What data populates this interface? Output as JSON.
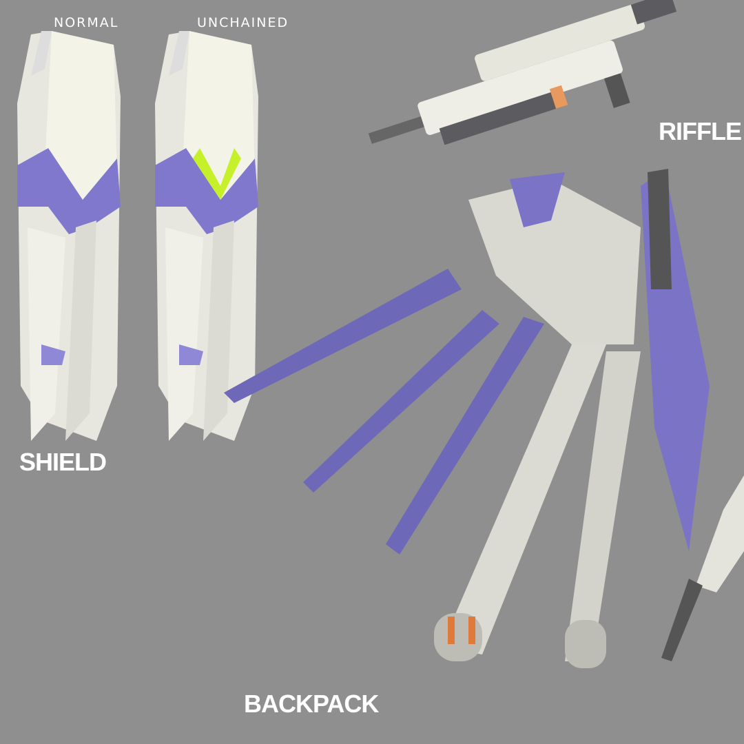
{
  "labels": {
    "normal": "NORMAL",
    "unchained": "UNCHAINED",
    "riffle": "RIFFLE",
    "shield": "SHIELD",
    "backpack": "BACKPACK"
  },
  "colors": {
    "background": "#8f8f8f",
    "armor_white": "#efeee6",
    "armor_purple": "#7b73c6",
    "accent_green": "#c6f02a",
    "frame_gray": "#5c5c60"
  }
}
